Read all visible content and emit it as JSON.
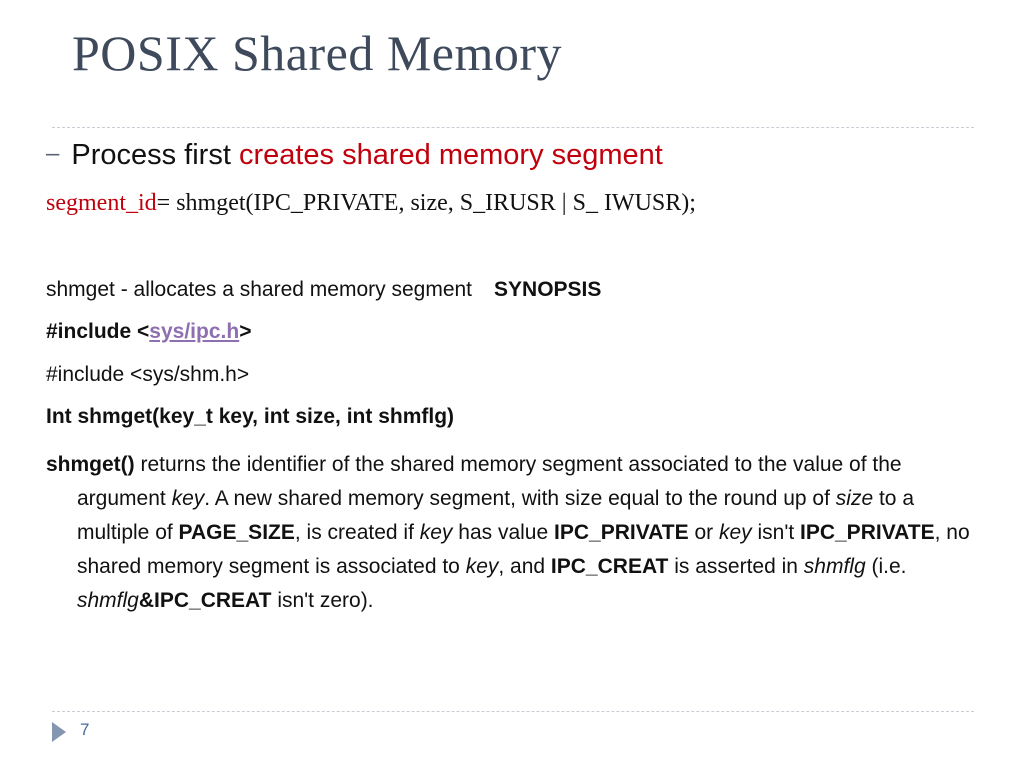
{
  "slide": {
    "title": "POSIX Shared Memory",
    "page_number": "7"
  },
  "bullet": {
    "dash": "–",
    "prefix": "Process first ",
    "highlight": "creates shared memory segment"
  },
  "code": {
    "var": "segment_id",
    "rest": "= shmget(IPC_PRIVATE, size, S_IRUSR | S_ IWUSR);"
  },
  "man": {
    "name_line": "shmget - allocates a shared memory segment",
    "synopsis": "SYNOPSIS",
    "include1_a": "#include <",
    "include1_link": "sys/ipc.h",
    "include1_b": ">",
    "include2": "#include <sys/shm.h>",
    "signature": "Int shmget(key_t key, int size, int shmflg)"
  },
  "description": {
    "p01": "shmget()",
    "p02": " returns the identifier of the shared memory segment associated to the value of the argument ",
    "p03": "key",
    "p04": ". A new shared memory segment, with size equal to the round up of ",
    "p05": "size",
    "p06": " to a multiple of ",
    "p07": "PAGE_SIZE",
    "p08": ", is created if ",
    "p09": "key",
    "p10": " has value ",
    "p11": "IPC_PRIVATE",
    "p12": " or ",
    "p13": "key",
    "p14": " isn't ",
    "p15": "IPC_PRIVATE",
    "p16": ", no shared memory segment is associated to ",
    "p17": "key",
    "p18": ", and ",
    "p19": "IPC_CREAT",
    "p20": " is asserted in ",
    "p21": "shmflg",
    "p22": " (i.e. ",
    "p23": "shmflg",
    "p24": "&IPC_CREAT",
    "p25": " isn't zero)."
  },
  "colors": {
    "title": "#3e4a5c",
    "highlight": "#c0000c",
    "link": "#8e6fb0",
    "nav_arrow": "#8496b0"
  },
  "icons": {
    "nav": "play-triangle-icon"
  }
}
